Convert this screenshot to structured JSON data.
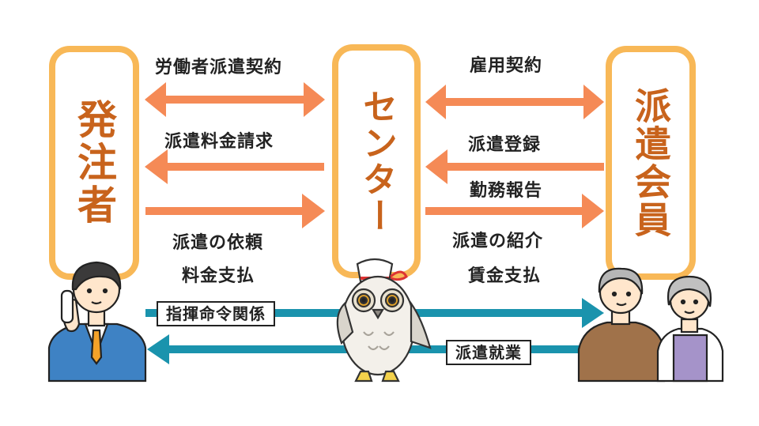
{
  "boxes": {
    "client": "発注者",
    "center": "センター",
    "member": "派遣会員"
  },
  "left_labels": {
    "dispatch_contract": "労働者派遣契約",
    "fee_billing": "派遣料金請求",
    "dispatch_request": "派遣の依頼",
    "fee_payment": "料金支払"
  },
  "right_labels": {
    "employment_contract": "雇用契約",
    "registration": "派遣登録",
    "work_report": "勤務報告",
    "introduction": "派遣の紹介",
    "wage_payment": "賃金支払"
  },
  "bottom_labels": {
    "command_relation": "指揮命令関係",
    "dispatch_work": "派遣就業"
  },
  "colors": {
    "box_border": "#f8b857",
    "box_text": "#c8631c",
    "orange_arrow": "#f58a56",
    "teal_arrow": "#1a93ad"
  },
  "icons": {
    "client_person": "businessman-on-phone-icon",
    "mascot": "owl-mascot-icon",
    "members": "senior-couple-icon"
  }
}
